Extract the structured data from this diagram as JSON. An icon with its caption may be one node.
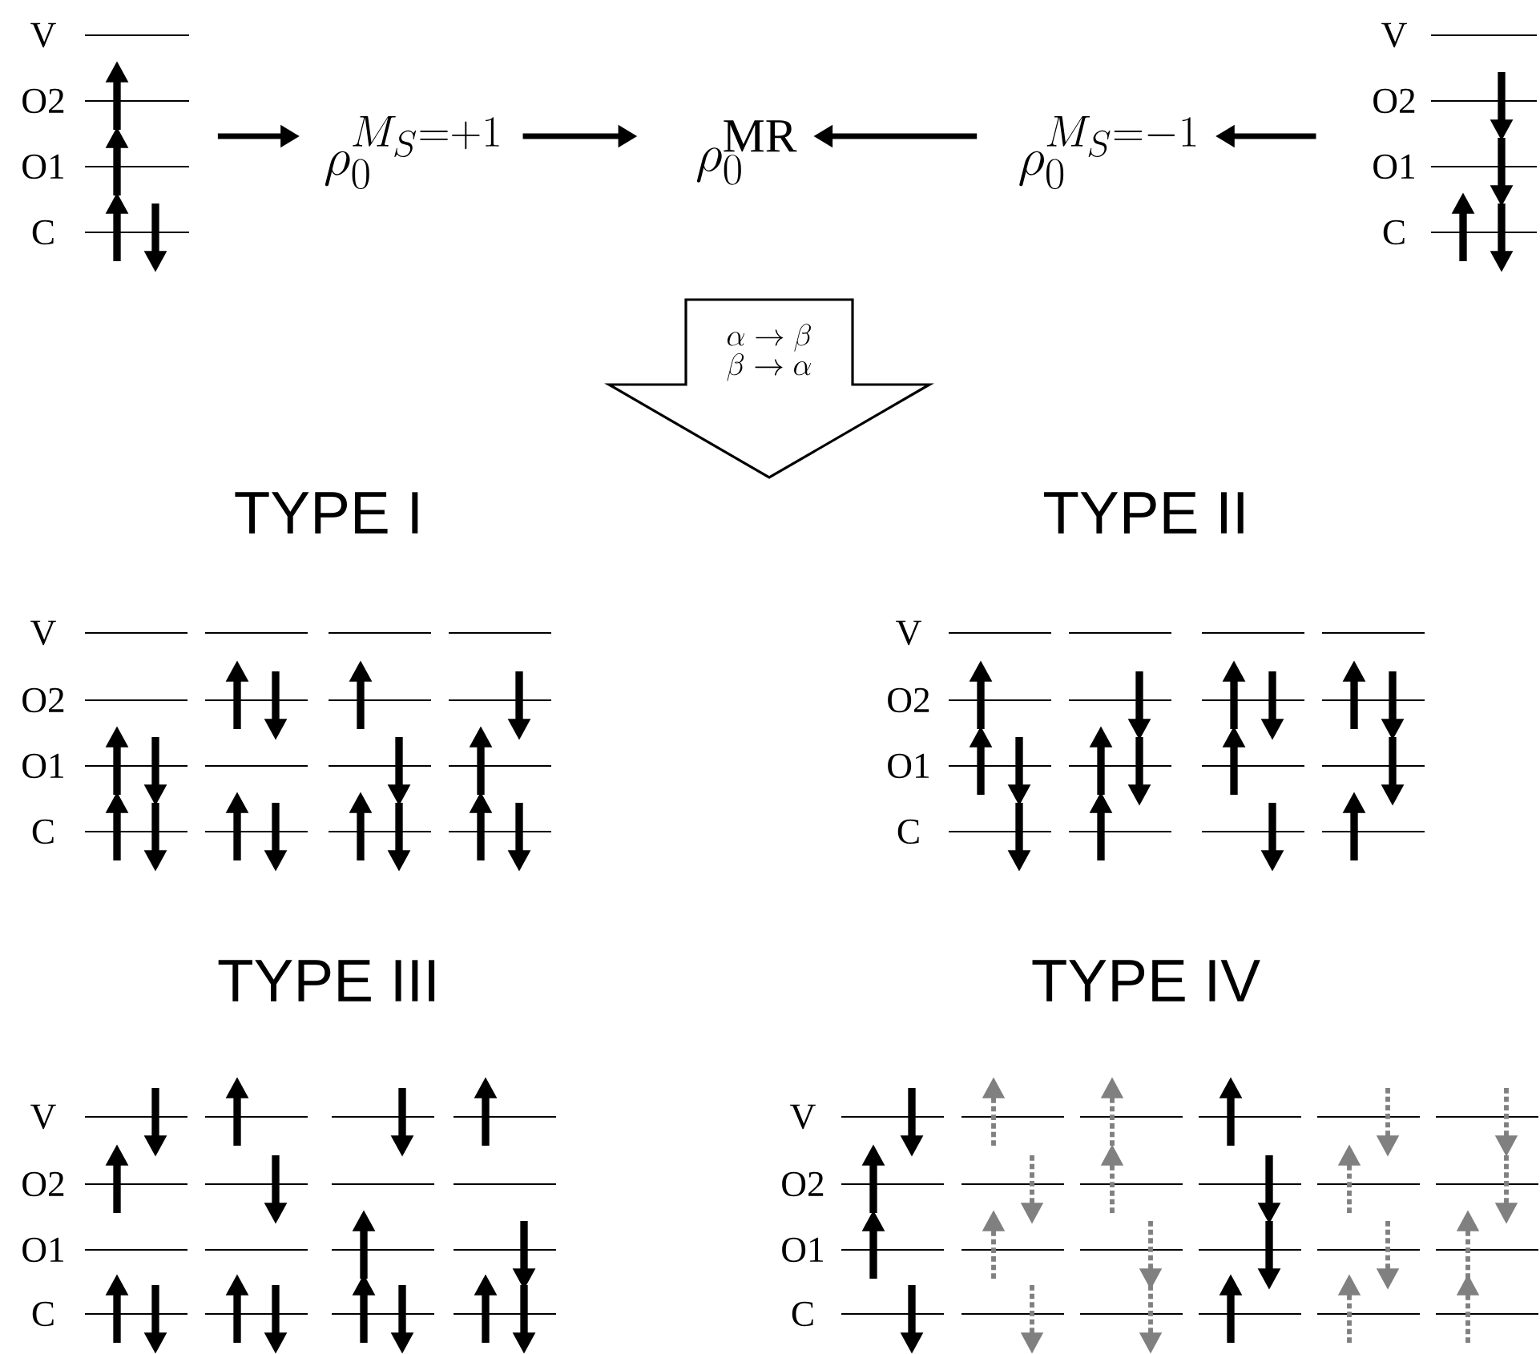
{
  "diagram": {
    "nodes": [
      {
        "text": [
          "V",
          "O2",
          "O1",
          "C"
        ]
      },
      {
        "text": [
          "\\rho_0^{M_S=+1}"
        ]
      },
      {
        "text": [
          "\\rho_0^{\\mathrm{MR}}"
        ]
      },
      {
        "text": [
          "\\rho_0^{M_S=-1}"
        ]
      },
      {
        "text": [
          "V",
          "O2",
          "O1",
          "C"
        ]
      },
      {
        "text": [
          "\\alpha \\rightarrow \\beta",
          "\\beta \\rightarrow \\alpha"
        ]
      }
    ],
    "edges": [
      {
        "from": 0,
        "to": 1,
        "arrow": "to"
      },
      {
        "from": 1,
        "to": 2,
        "arrow": "to"
      },
      {
        "from": 3,
        "to": 2,
        "arrow": "to"
      },
      {
        "from": 4,
        "to": 3,
        "arrow": "to"
      }
    ],
    "labels": [
      "TYPE I",
      "V",
      "O2",
      "O1",
      "C",
      "TYPE II",
      "V",
      "O2",
      "O1",
      "C",
      "TYPE III",
      "V",
      "O2",
      "O1",
      "C",
      "TYPE IV",
      "V",
      "O2",
      "O1",
      "C"
    ]
  }
}
